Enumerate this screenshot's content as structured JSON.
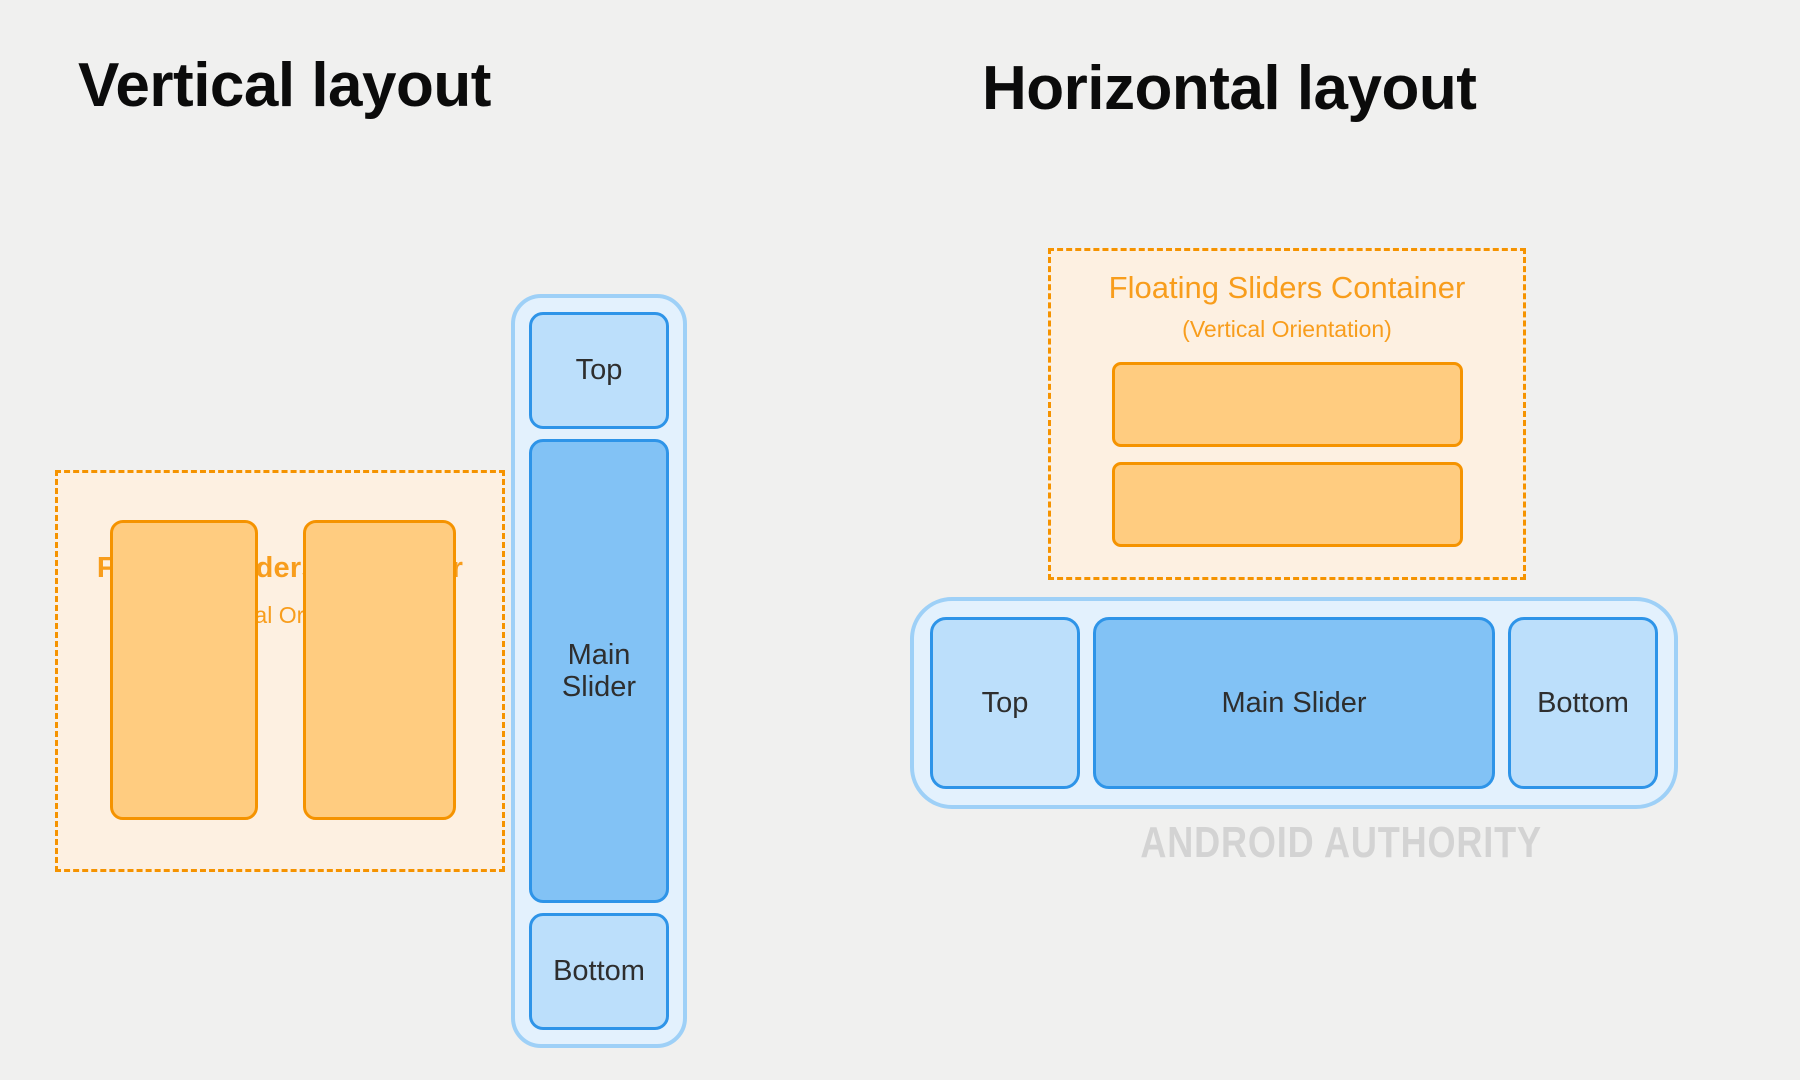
{
  "page": {
    "background_color": "#f0f0ef",
    "watermark": "ANDROID AUTHORITY"
  },
  "colors": {
    "orange_accent": "#f59300",
    "orange_text": "#f89d1c",
    "orange_fill": "#ffcc80",
    "orange_container_bg": "#fdf0e1",
    "blue_shell_border": "#9ed0f7",
    "blue_shell_bg": "#e3f1fd",
    "blue_segment_border": "#2e94e8",
    "blue_segment_end_fill": "#bcdffb",
    "blue_segment_main_fill": "#82c2f5",
    "title_text": "#0b0b0b",
    "segment_text": "#2e2e2e",
    "watermark_text": "#d3d3d3"
  },
  "panels": {
    "vertical": {
      "title": "Vertical layout",
      "floating_container": {
        "title": "Floating Sliders Container",
        "subtitle": "(Horizontal Orientation)",
        "orientation": "horizontal",
        "sliders": [
          {
            "label": ""
          },
          {
            "label": ""
          }
        ]
      },
      "main_shell": {
        "orientation": "vertical",
        "segments": [
          {
            "name": "top",
            "label": "Top",
            "kind": "end"
          },
          {
            "name": "main",
            "label": "Main Slider",
            "kind": "main"
          },
          {
            "name": "bottom",
            "label": "Bottom",
            "kind": "end"
          }
        ]
      }
    },
    "horizontal": {
      "title": "Horizontal layout",
      "floating_container": {
        "title": "Floating Sliders Container",
        "subtitle": "(Vertical Orientation)",
        "orientation": "vertical",
        "sliders": [
          {
            "label": ""
          },
          {
            "label": ""
          }
        ]
      },
      "main_shell": {
        "orientation": "horizontal",
        "segments": [
          {
            "name": "top",
            "label": "Top",
            "kind": "end"
          },
          {
            "name": "main",
            "label": "Main Slider",
            "kind": "main"
          },
          {
            "name": "bottom",
            "label": "Bottom",
            "kind": "end"
          }
        ]
      }
    }
  }
}
